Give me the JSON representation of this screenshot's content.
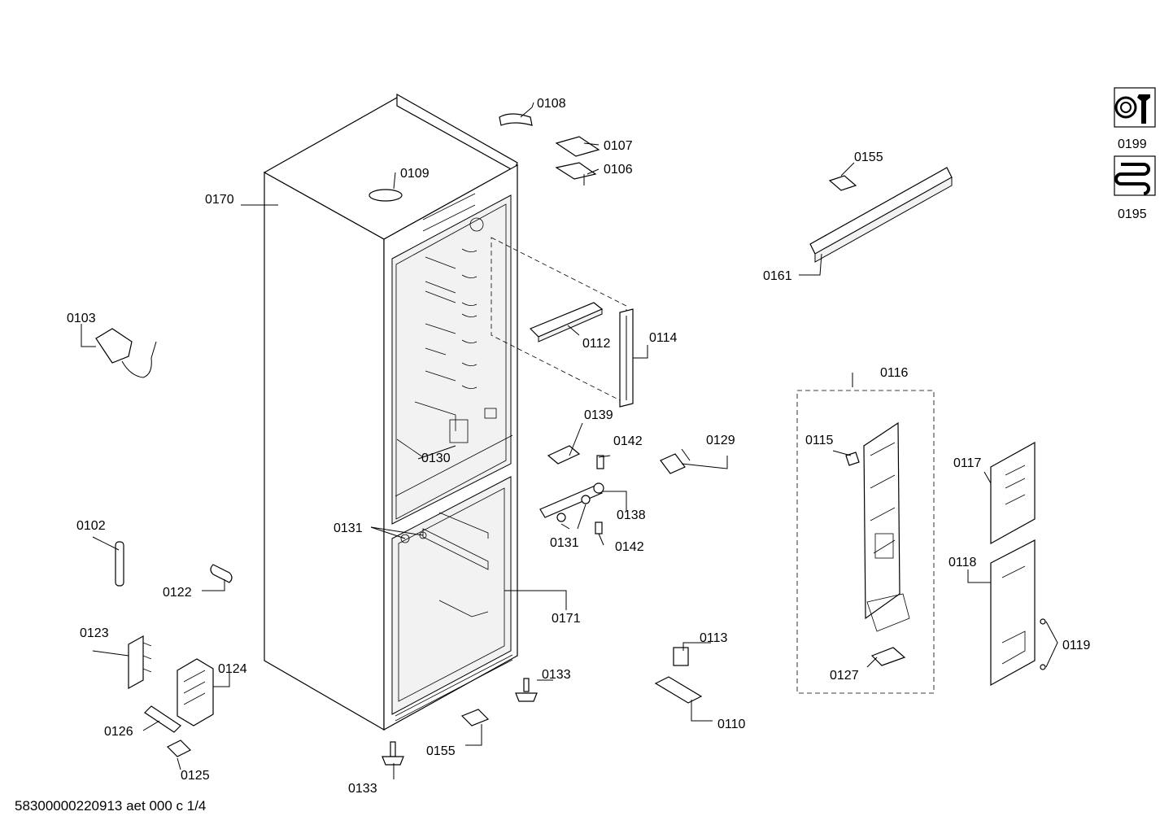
{
  "footer": {
    "document_id": "58300000220913 aet 000 c 1/4"
  },
  "icons": {
    "service": {
      "code": "0199",
      "icon": "wrench-bearing-icon"
    },
    "coil": {
      "code": "0195",
      "icon": "evaporator-coil-icon"
    }
  },
  "callouts": {
    "c0108": "0108",
    "c0107": "0107",
    "c0106": "0106",
    "c0109": "0109",
    "c0170": "0170",
    "c0155a": "0155",
    "c0161": "0161",
    "c0103": "0103",
    "c0112": "0112",
    "c0114": "0114",
    "c0116": "0116",
    "c0139": "0139",
    "c0142a": "0142",
    "c0129": "0129",
    "c0115": "0115",
    "c0117": "0117",
    "c0130": "0130",
    "c0131a": "0131",
    "c0138": "0138",
    "c0131b": "0131",
    "c0142b": "0142",
    "c0102": "0102",
    "c0118": "0118",
    "c0122": "0122",
    "c0171": "0171",
    "c0123": "0123",
    "c0113": "0113",
    "c0119": "0119",
    "c0124": "0124",
    "c0133a": "0133",
    "c0127": "0127",
    "c0126": "0126",
    "c0110": "0110",
    "c0155b": "0155",
    "c0125": "0125",
    "c0133b": "0133"
  }
}
